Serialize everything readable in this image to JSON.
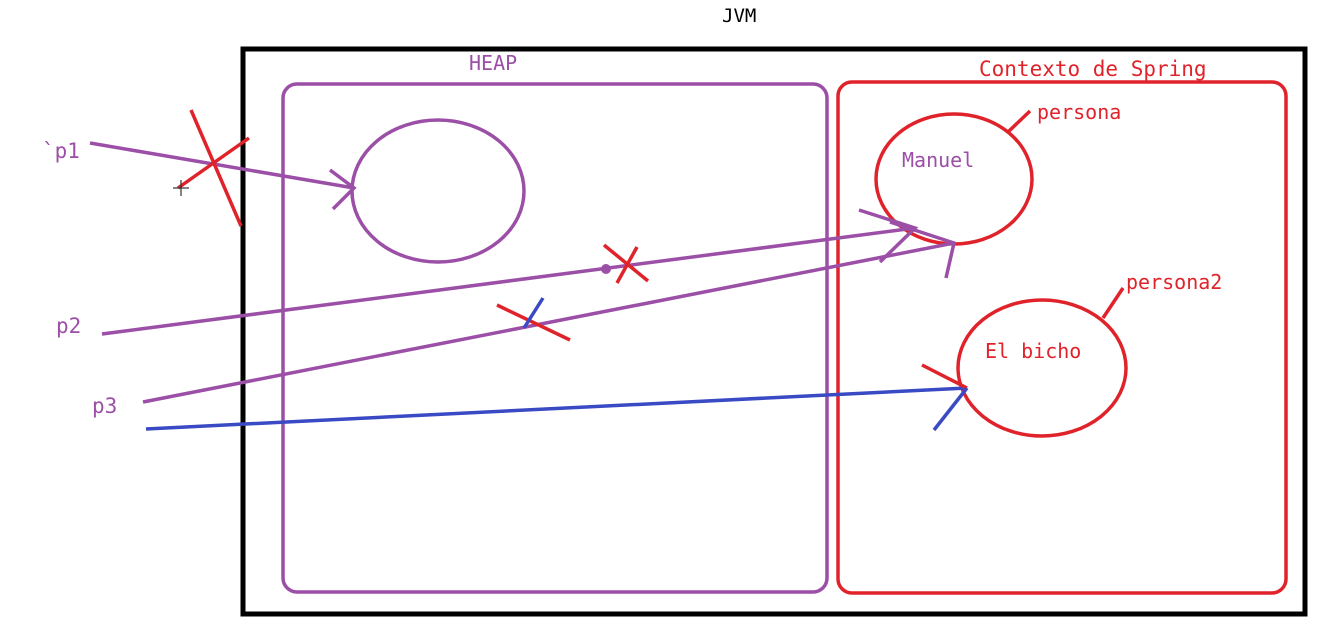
{
  "diagram": {
    "title": "JVM",
    "heap_label": "HEAP",
    "spring_context_label": "Contexto de Spring",
    "objects": {
      "persona": {
        "name": "persona",
        "value": "Manuel"
      },
      "persona2": {
        "name": "persona2",
        "value": "El bicho"
      }
    },
    "references": {
      "p1": "`p1",
      "p2": "p2",
      "p3": "p3"
    }
  },
  "colors": {
    "jvm_border": "#000000",
    "heap": "#9b4fa6",
    "spring": "#e0232b",
    "reference_blue": "#3a49c4"
  }
}
